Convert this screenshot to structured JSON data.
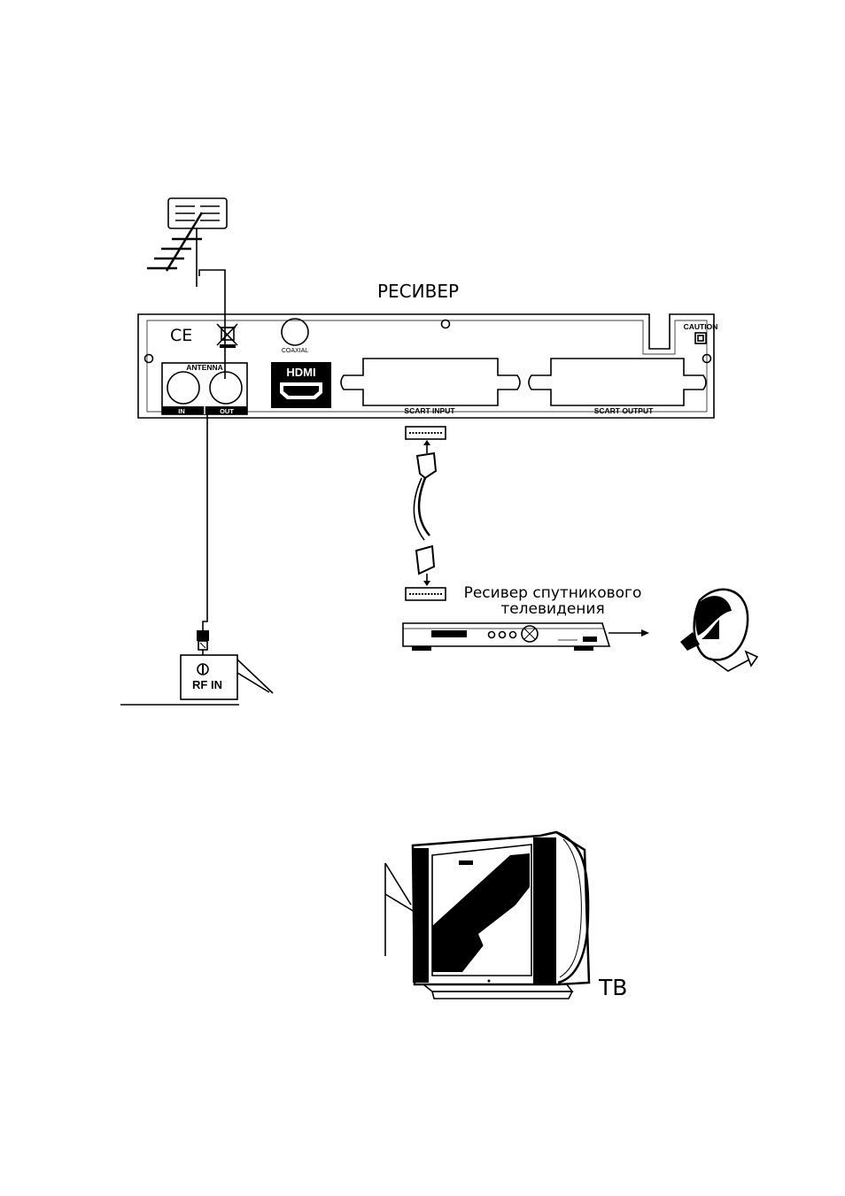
{
  "labels": {
    "receiver_title": "РЕСИВЕР",
    "ce_mark": "CE",
    "coaxial": "COAXIAL",
    "caution": "CAUTION",
    "antenna": "ANTENNA",
    "antenna_in": "IN",
    "antenna_out": "OUT",
    "hdmi_logo": "HDMI",
    "scart_input": "SCART INPUT",
    "scart_output": "SCART OUTPUT",
    "sat_receiver_line1": "Ресивер спутникового",
    "sat_receiver_line2": "телевидения",
    "rf_in": "RF IN",
    "tv": "ТВ"
  }
}
